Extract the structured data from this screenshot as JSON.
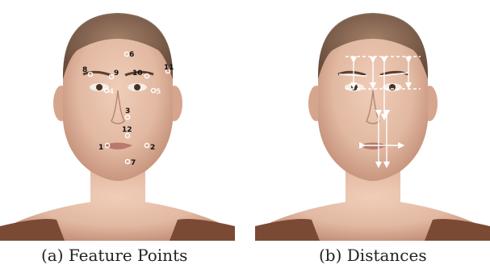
{
  "panels": [
    {
      "caption": "(a) Feature Points",
      "points": [
        {
          "id": "1",
          "label": "1"
        },
        {
          "id": "2",
          "label": "2"
        },
        {
          "id": "3",
          "label": "3"
        },
        {
          "id": "4",
          "label": "4"
        },
        {
          "id": "5",
          "label": "5"
        },
        {
          "id": "6",
          "label": "6"
        },
        {
          "id": "7",
          "label": "7"
        },
        {
          "id": "8",
          "label": "8"
        },
        {
          "id": "9",
          "label": "9"
        },
        {
          "id": "10",
          "label": "10"
        },
        {
          "id": "11",
          "label": "11"
        },
        {
          "id": "12",
          "label": "12"
        }
      ]
    },
    {
      "caption": "(b) Distances"
    }
  ],
  "colors": {
    "skin": "#e2b9a2",
    "skin_shadow": "#c48f78",
    "hair": "#7a5a44",
    "top": "#7b4a34",
    "marker": "#ffffff"
  }
}
